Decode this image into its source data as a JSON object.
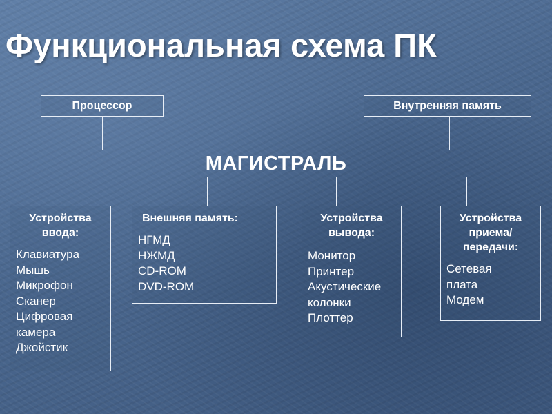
{
  "title": "Функциональная схема ПК",
  "processor": "Процессор",
  "internal_memory": "Внутренняя память",
  "bus": "МАГИСТРАЛЬ",
  "devices": {
    "input": {
      "heading": [
        "Устройства",
        "ввода:"
      ],
      "items": [
        "Клавиатура",
        "Мышь",
        "Микрофон",
        "Сканер",
        "Цифровая",
        "камера",
        "Джойстик"
      ]
    },
    "external_memory": {
      "heading": [
        "Внешняя память:"
      ],
      "items": [
        "НГМД",
        "НЖМД",
        "CD-ROM",
        "DVD-ROM"
      ]
    },
    "output": {
      "heading": [
        "Устройства",
        "вывода:"
      ],
      "items": [
        "Монитор",
        "Принтер",
        "Акустические",
        "колонки",
        "Плоттер"
      ]
    },
    "transfer": {
      "heading": [
        "Устройства",
        "приема/",
        "передачи:"
      ],
      "items": [
        "Сетевая",
        "плата",
        "Модем"
      ]
    }
  }
}
